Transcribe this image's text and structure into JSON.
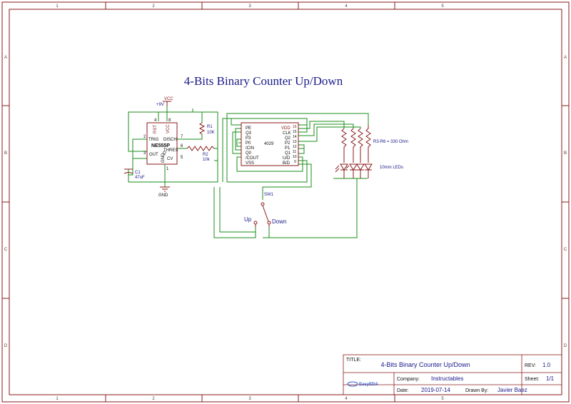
{
  "title": "4-Bits Binary Counter Up/Down",
  "zones": {
    "columns": [
      "1",
      "2",
      "3",
      "4",
      "5"
    ],
    "rows": [
      "A",
      "B",
      "C",
      "D"
    ]
  },
  "power": {
    "vcc_label": "VCC",
    "supply": "+9V",
    "gnd_label": "GND"
  },
  "ne555": {
    "name": "NE555P",
    "pins": {
      "rst": "RST",
      "vcc": "VCC",
      "trig": "TRIG",
      "disch": "DISCH",
      "thres": "THRES",
      "out": "OUT",
      "q": "Q",
      "cv": "CV",
      "gnd": "GND"
    },
    "pin_numbers": [
      "4",
      "8",
      "2",
      "7",
      "6",
      "3",
      "5",
      "1"
    ]
  },
  "r1": {
    "ref": "R1",
    "value": "10K"
  },
  "r2": {
    "ref": "R2",
    "value": "10k"
  },
  "c1": {
    "ref": "C1",
    "value": "47uF"
  },
  "ic4029": {
    "name": "4029",
    "left_pins": [
      "PE",
      "Q3",
      "P3",
      "P0",
      "/CIN",
      "Q0",
      "/COUT",
      "VSS"
    ],
    "right_pins": [
      "VDD",
      "CLK",
      "Q2",
      "P2",
      "P1",
      "Q1",
      "U/D",
      "B/D"
    ],
    "right_nums": [
      "16",
      "15",
      "14",
      "13",
      "12",
      "11",
      "10",
      "9"
    ]
  },
  "resistor_note": "R3-R6 = 330 Ohm",
  "led_note": "10mm LEDs",
  "switch": {
    "ref": "SW1",
    "up": "Up",
    "down": "Down"
  },
  "title_block": {
    "title_label": "TITLE:",
    "title_value": "4-Bits Binary Counter Up/Down",
    "rev_label": "REV:",
    "rev_value": "1.0",
    "company_label": "Company:",
    "company_value": "Instructables",
    "sheet_label": "Sheet:",
    "sheet_value": "1/1",
    "date_label": "Date:",
    "date_value": "2019-07-14",
    "drawn_label": "Drawn By:",
    "drawn_value": "Javier Baez",
    "logo_text": "EasyEDA"
  },
  "colors": {
    "frame": "#8b1a1a",
    "wire": "#1a8c1a",
    "net_label": "#1a1a8b"
  }
}
